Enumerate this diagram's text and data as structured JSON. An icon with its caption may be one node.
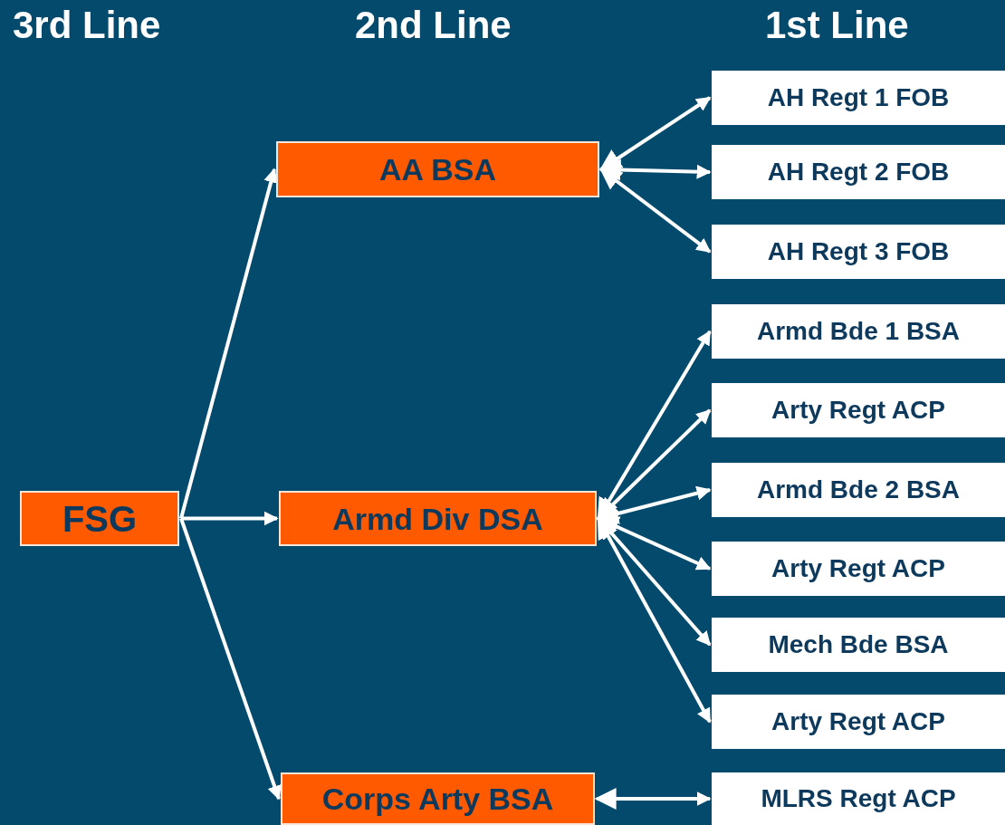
{
  "diagram": {
    "nodes": [
      {
        "text": [
          "FSG"
        ]
      },
      {
        "text": [
          "AA BSA"
        ]
      },
      {
        "text": [
          "Armd Div DSA"
        ]
      },
      {
        "text": [
          "Corps Arty BSA"
        ]
      },
      {
        "text": [
          "AH Regt 1 FOB"
        ]
      },
      {
        "text": [
          "AH Regt 2 FOB"
        ]
      },
      {
        "text": [
          "AH Regt 3 FOB"
        ]
      },
      {
        "text": [
          "Armd Bde 1 BSA"
        ]
      },
      {
        "text": [
          "Arty Regt ACP"
        ]
      },
      {
        "text": [
          "Armd Bde 2 BSA"
        ]
      },
      {
        "text": [
          "Arty Regt ACP"
        ]
      },
      {
        "text": [
          "Mech Bde BSA"
        ]
      },
      {
        "text": [
          "Arty Regt ACP"
        ]
      },
      {
        "text": [
          "MLRS Regt ACP"
        ]
      }
    ],
    "edges": [
      {
        "from": 0,
        "to": 1,
        "arrow": "to"
      },
      {
        "from": 0,
        "to": 2,
        "arrow": "to"
      },
      {
        "from": 0,
        "to": 3,
        "arrow": "to"
      },
      {
        "from": 1,
        "to": 4,
        "arrow": "both"
      },
      {
        "from": 1,
        "to": 5,
        "arrow": "both"
      },
      {
        "from": 1,
        "to": 6,
        "arrow": "both"
      },
      {
        "from": 2,
        "to": 7,
        "arrow": "both"
      },
      {
        "from": 2,
        "to": 8,
        "arrow": "both"
      },
      {
        "from": 2,
        "to": 9,
        "arrow": "both"
      },
      {
        "from": 2,
        "to": 10,
        "arrow": "both"
      },
      {
        "from": 2,
        "to": 11,
        "arrow": "both"
      },
      {
        "from": 2,
        "to": 12,
        "arrow": "both"
      },
      {
        "from": 3,
        "to": 13,
        "arrow": "both"
      }
    ],
    "labels": [
      "3rd Line",
      "2nd Line",
      "1st Line"
    ]
  }
}
